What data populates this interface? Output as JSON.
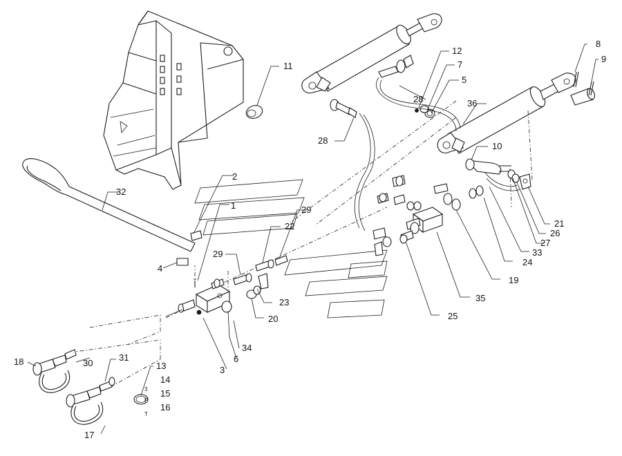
{
  "diagram": {
    "callouts": [
      "1",
      "2",
      "3",
      "4",
      "5",
      "6",
      "7",
      "8",
      "9",
      "10",
      "11",
      "12",
      "13",
      "14",
      "15",
      "16",
      "17",
      "18",
      "19",
      "20",
      "21",
      "22",
      "23",
      "24",
      "25",
      "26",
      "27",
      "28",
      "28",
      "29",
      "29",
      "30",
      "31",
      "32",
      "33",
      "34",
      "35",
      "36"
    ],
    "small_marks": [
      "3",
      "P",
      "T"
    ]
  },
  "colors": {
    "ink": "#1a1a1a",
    "paper": "#ffffff"
  }
}
